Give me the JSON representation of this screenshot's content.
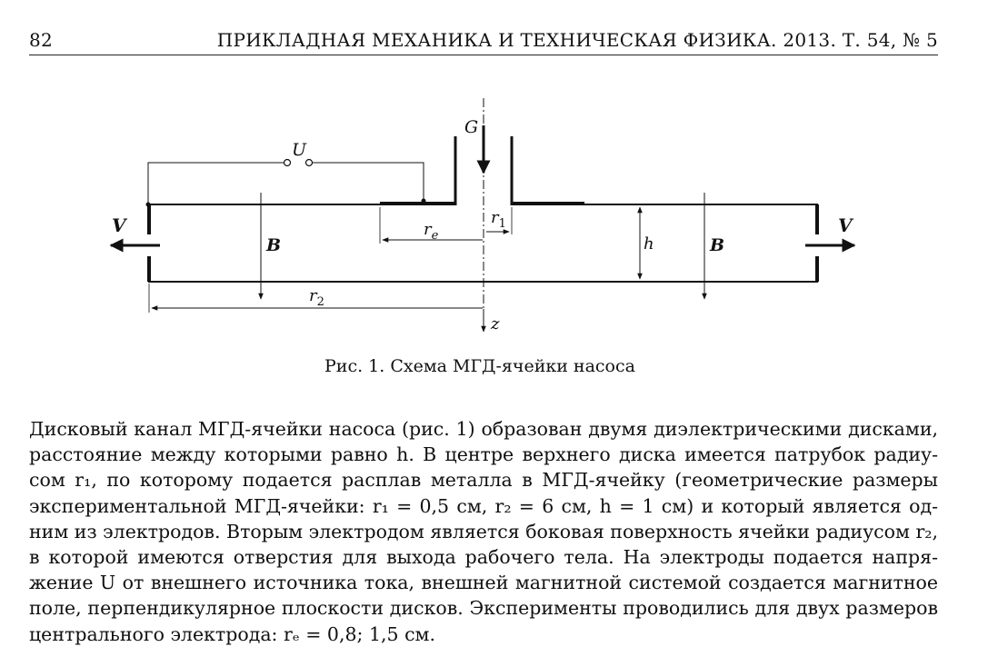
{
  "header": {
    "page_number": "82",
    "journal": "ПРИКЛАДНАЯ МЕХАНИКА И ТЕХНИЧЕСКАЯ ФИЗИКА. 2013. Т. 54, № 5"
  },
  "figure": {
    "labels": {
      "U": "U",
      "G": "G",
      "V_left": "V",
      "V_right": "V",
      "B_left": "B",
      "B_right": "B",
      "re": "r",
      "re_sub": "e",
      "r1": "r",
      "r1_sub": "1",
      "r2": "r",
      "r2_sub": "2",
      "h": "h",
      "z": "z"
    },
    "caption": "Рис. 1. Схема МГД-ячейки насоса"
  },
  "body": {
    "lines": [
      "Дисковый канал МГД-ячейки насоса (рис. 1) образован двумя диэлектрическими дисками,",
      "расстояние между которыми равно h. В центре верхнего диска имеется патрубок радиу-",
      "сом r₁, по которому подается расплав металла в МГД-ячейку (геометрические размеры",
      "экспериментальной МГД-ячейки: r₁ = 0,5 см, r₂ = 6 см, h = 1 см) и который является од-",
      "ним из электродов. Вторым электродом является боковая поверхность ячейки радиусом r₂,",
      "в которой имеются отверстия для выхода рабочего тела. На электроды подается напря-",
      "жение U от внешнего источника тока, внешней магнитной системой создается магнитное",
      "поле, перпендикулярное плоскости дисков. Эксперименты проводились для двух размеров",
      "центрального электрода: rₑ = 0,8; 1,5 см."
    ]
  }
}
